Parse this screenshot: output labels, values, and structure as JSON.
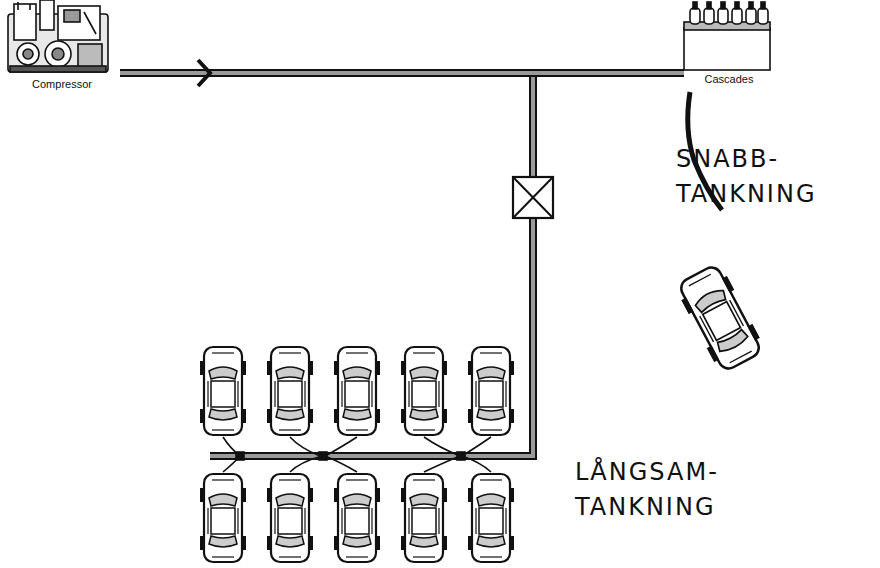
{
  "diagram": {
    "nodes": [
      {
        "text": [
          "Compressor"
        ]
      },
      {
        "text": [
          "Cascades"
        ]
      }
    ],
    "edges": [
      {
        "from": 0,
        "to": 1,
        "arrow": "to"
      }
    ],
    "labels": [
      "SNABB- TANKNING",
      "LÅNGSAM- TANKNING"
    ]
  }
}
